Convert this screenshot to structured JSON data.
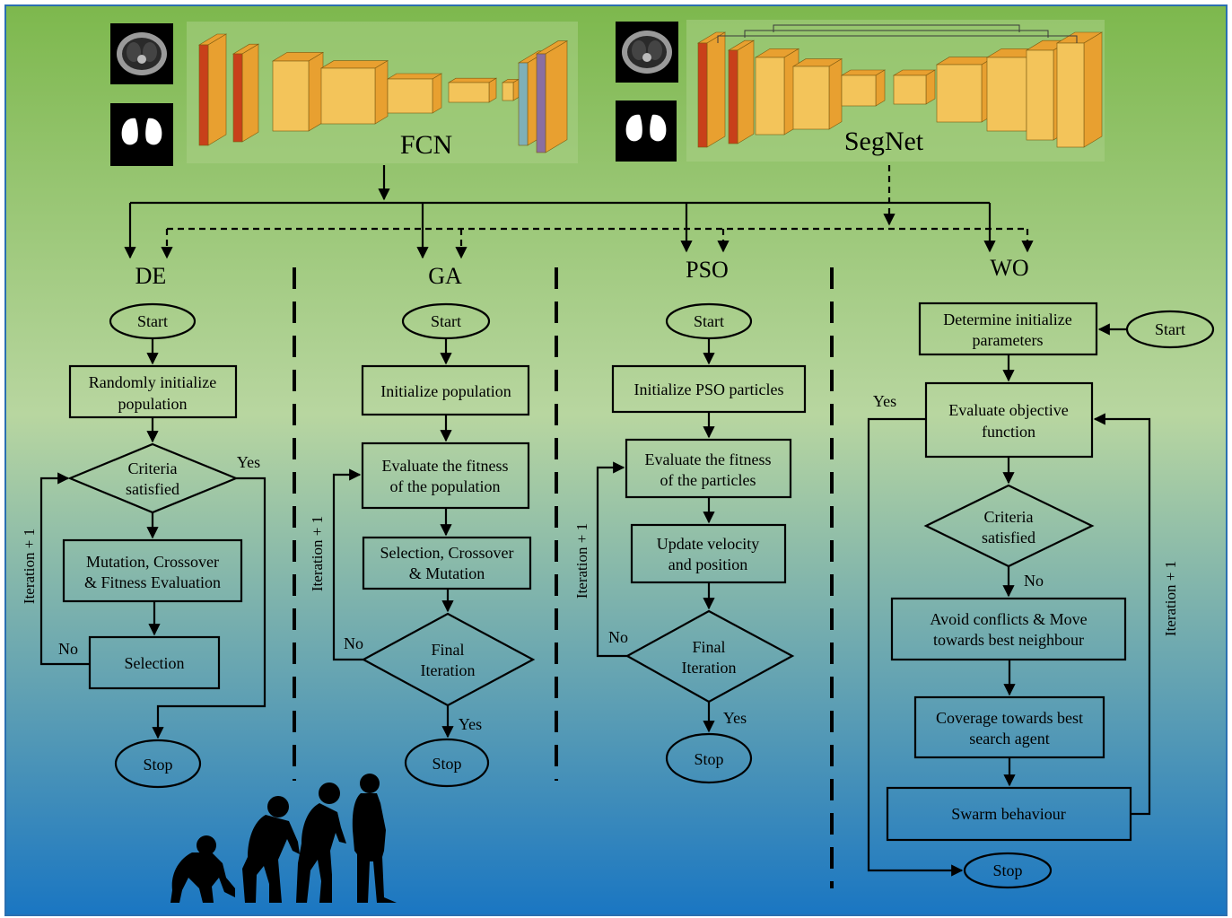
{
  "colors": {
    "bg_top": "#7db84d",
    "bg_mid": "#b8d6a0",
    "bg_bottom": "#1a76c2",
    "layer_orange": "#e8a030",
    "layer_red": "#c8401a",
    "layer_yellow": "#f3c45a",
    "layer_purple": "#8a6fa0"
  },
  "networks": {
    "fcn": {
      "label": "FCN"
    },
    "segnet": {
      "label": "SegNet"
    }
  },
  "algorithms": {
    "de": {
      "title": "DE",
      "start": "Start",
      "init": [
        "Randomly initialize",
        "population"
      ],
      "criteria": [
        "Criteria",
        "satisfied"
      ],
      "yes": "Yes",
      "mutation": [
        "Mutation, Crossover",
        "& Fitness Evaluation"
      ],
      "selection": "Selection",
      "no": "No",
      "iteration": "Iteration + 1",
      "stop": "Stop"
    },
    "ga": {
      "title": "GA",
      "start": "Start",
      "init": "Initialize population",
      "evaluate": [
        "Evaluate the fitness",
        "of the population"
      ],
      "selection": [
        "Selection, Crossover",
        "& Mutation"
      ],
      "final": [
        "Final",
        "Iteration"
      ],
      "no": "No",
      "yes": "Yes",
      "iteration": "Iteration + 1",
      "stop": "Stop"
    },
    "pso": {
      "title": "PSO",
      "start": "Start",
      "init": "Initialize PSO particles",
      "evaluate": [
        "Evaluate the fitness",
        "of the particles"
      ],
      "update": [
        "Update velocity",
        "and position"
      ],
      "final": [
        "Final",
        "Iteration"
      ],
      "no": "No",
      "yes": "Yes",
      "iteration": "Iteration + 1",
      "stop": "Stop"
    },
    "wo": {
      "title": "WO",
      "start": "Start",
      "determine": [
        "Determine initialize",
        "parameters"
      ],
      "evaluate": [
        "Evaluate objective",
        "function"
      ],
      "criteria": [
        "Criteria",
        "satisfied"
      ],
      "yes": "Yes",
      "no": "No",
      "avoid": [
        "Avoid conflicts & Move",
        "towards best neighbour"
      ],
      "coverage": [
        "Coverage towards best",
        "search agent"
      ],
      "swarm": "Swarm behaviour",
      "iteration": "Iteration + 1",
      "stop": "Stop"
    }
  }
}
